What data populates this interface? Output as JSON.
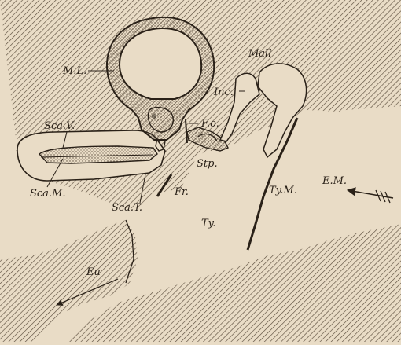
{
  "diagram": {
    "labels": {
      "membranous_labyrinth": "M.L.",
      "malleus": "Mall",
      "incus": "Inc.",
      "fenestra_ovalis": "F.o.",
      "stapes": "Stp.",
      "scala_vestibuli": "Sca.V.",
      "scala_media": "Sca.M.",
      "scala_tympani": "Sca.T.",
      "fenestra_rotunda": "Fr.",
      "tympanic_membrane": "Ty.M.",
      "external_meatus": "E.M.",
      "tympanum": "Ty.",
      "eustachian_tube": "Eu"
    },
    "colors": {
      "paper": "#e9dcc6",
      "ink": "#2a2118",
      "hatch": "#5a4c3c"
    }
  }
}
